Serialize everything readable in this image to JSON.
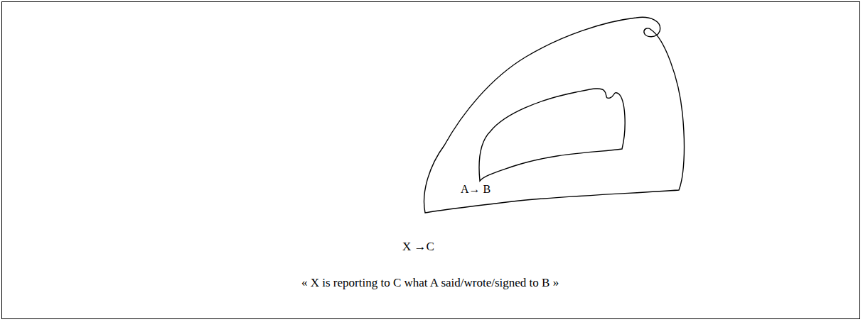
{
  "diagram": {
    "caption": "« X is reporting to C what A said/wrote/signed to B »",
    "nodes": [
      {
        "text": [
          "A→ B"
        ]
      }
    ],
    "labels": [
      "X →C"
    ]
  }
}
